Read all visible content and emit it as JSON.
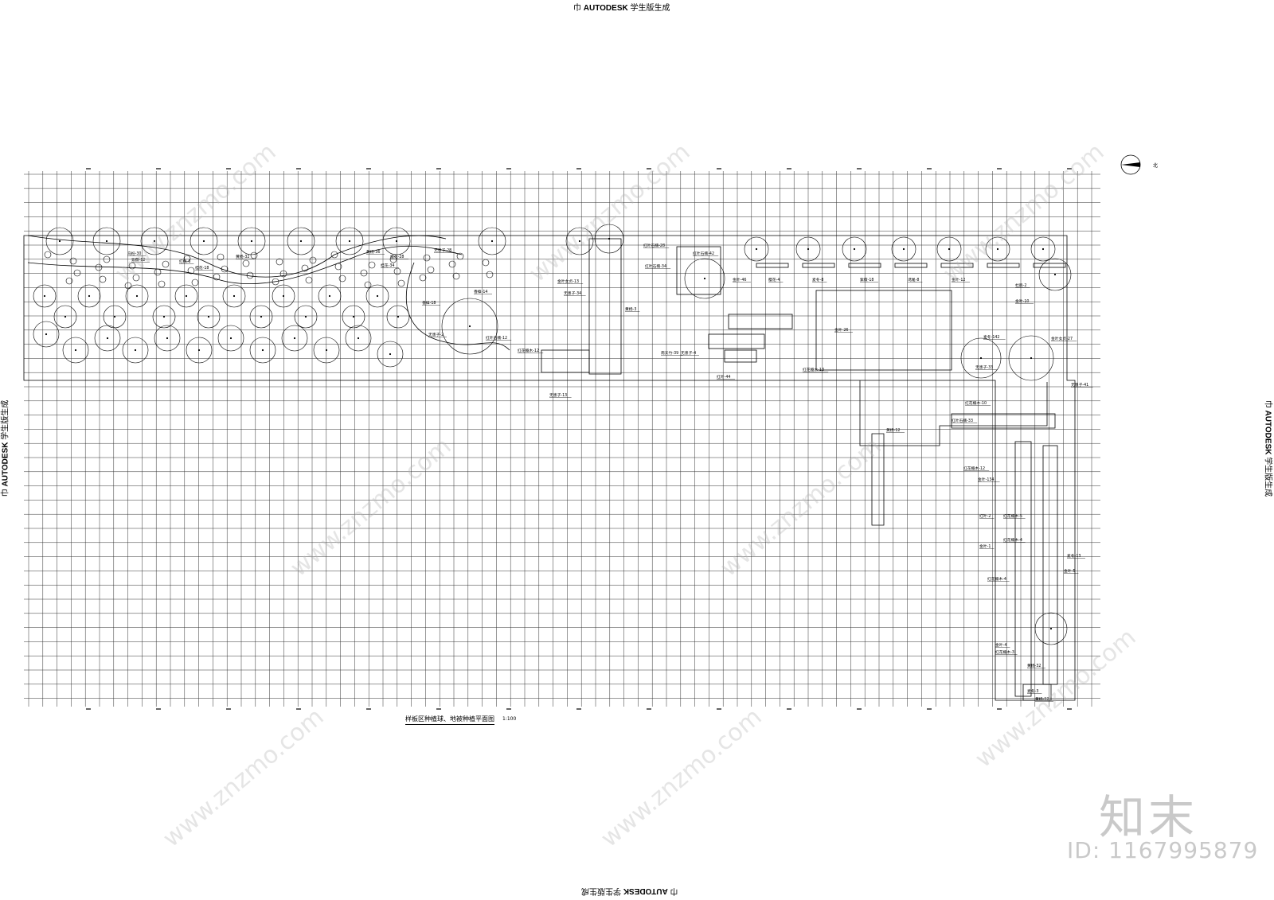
{
  "banners": {
    "logo": "巾",
    "brand": "AUTODESK",
    "suffix": "学生版生成"
  },
  "north_label": "北",
  "plan": {
    "title": "样板区种植球、地被种植平面图",
    "scale": "1:100"
  },
  "labels": [
    "乌桕-30",
    "紫薇-12",
    "黄杨-32",
    "红枫-6",
    "桂花-18",
    "黄杨-36",
    "桂花-28",
    "无患子-28",
    "桂花-34",
    "香樟-18",
    "香樟-14",
    "无患子-2",
    "红叶石楠-12",
    "红花檵木-12",
    "无患子-13",
    "金叶女贞-13",
    "无患子-34",
    "红叶石楠-28",
    "红叶石楠-34",
    "黄杨-3",
    "红叶石楠-42",
    "南天竹-39",
    "无患子-4",
    "红叶-44",
    "红花檵木-13",
    "金叶-26",
    "麦冬-142",
    "无患子-33",
    "红花檵木-10",
    "金叶女贞-27",
    "无患子-41",
    "红叶石楠-33",
    "黄杨-12",
    "红花檵木-12",
    "金叶-134",
    "红花檵木-5",
    "红叶-2",
    "金叶-1",
    "红花檵木-4",
    "红花檵木-4",
    "麦冬-13",
    "金叶-5",
    "金叶-4",
    "红花檵木-3",
    "黄杨-32",
    "麦冬-3",
    "黄杨-12",
    "金叶-46",
    "樱花-4",
    "麦冬-8",
    "紫薇-18",
    "鸢尾-8",
    "金叶-12",
    "杜鹃-2",
    "金叶-10"
  ],
  "watermark": {
    "site": "www.znzmo.com",
    "brand": "知末",
    "id": "ID: 1167995879"
  },
  "colors": {
    "line": "#000000",
    "grid": "#333333",
    "watermark": "#c9c9c9"
  }
}
